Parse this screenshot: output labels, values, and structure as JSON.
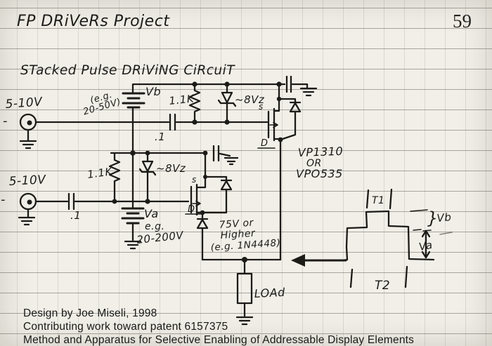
{
  "page_number": "59",
  "title": "FP DRiVeRs Project",
  "subtitle": "STacked Pulse DRiViNG CiRcuiT",
  "circuit": {
    "input_top_label": "5-10V",
    "input_bottom_label": "5-10V",
    "minus_top": "-",
    "minus_bottom": "-",
    "battery_top_label": "Vb",
    "battery_top_range_line1": "(e.g.",
    "battery_top_range_line2": "20-50V)",
    "resistor_top_label": "1.1K",
    "resistor_bottom_label": "1.1K",
    "zener_top_label": "~8Vz",
    "zener_bottom_label": "~8Vz",
    "cap_top_label": ".1",
    "cap_bottom_label": ".1",
    "mosfet_top_source": "s",
    "mosfet_top_drain": "D",
    "mosfet_bottom_source": "s",
    "mosfet_bottom_drain": "D",
    "part_note_line1": "VP1310",
    "part_note_line2": "OR",
    "part_note_line3": "VPO535",
    "diode_note_line1": "75V or",
    "diode_note_line2": "Higher",
    "diode_note_line3": "(e.g. 1N4448)",
    "battery_bottom_label": "Va",
    "battery_bottom_eg": "e.g.",
    "battery_bottom_range": "20-200V",
    "load_label": "LOAd"
  },
  "waveform": {
    "t1_label": "T1",
    "t2_label": "T2",
    "vb_brace": "}",
    "vb_label": "Vb",
    "va_label": "Va"
  },
  "footer": {
    "line1": "Design by Joe Miseli, 1998",
    "line2": "Contributing work toward patent 6157375",
    "line3": "Method and Apparatus for Selective Enabling of Addressable Display Elements"
  },
  "colors": {
    "ink": "#1c1b18",
    "paper": "#f1efe8",
    "rule_line": "#8f8c82"
  }
}
